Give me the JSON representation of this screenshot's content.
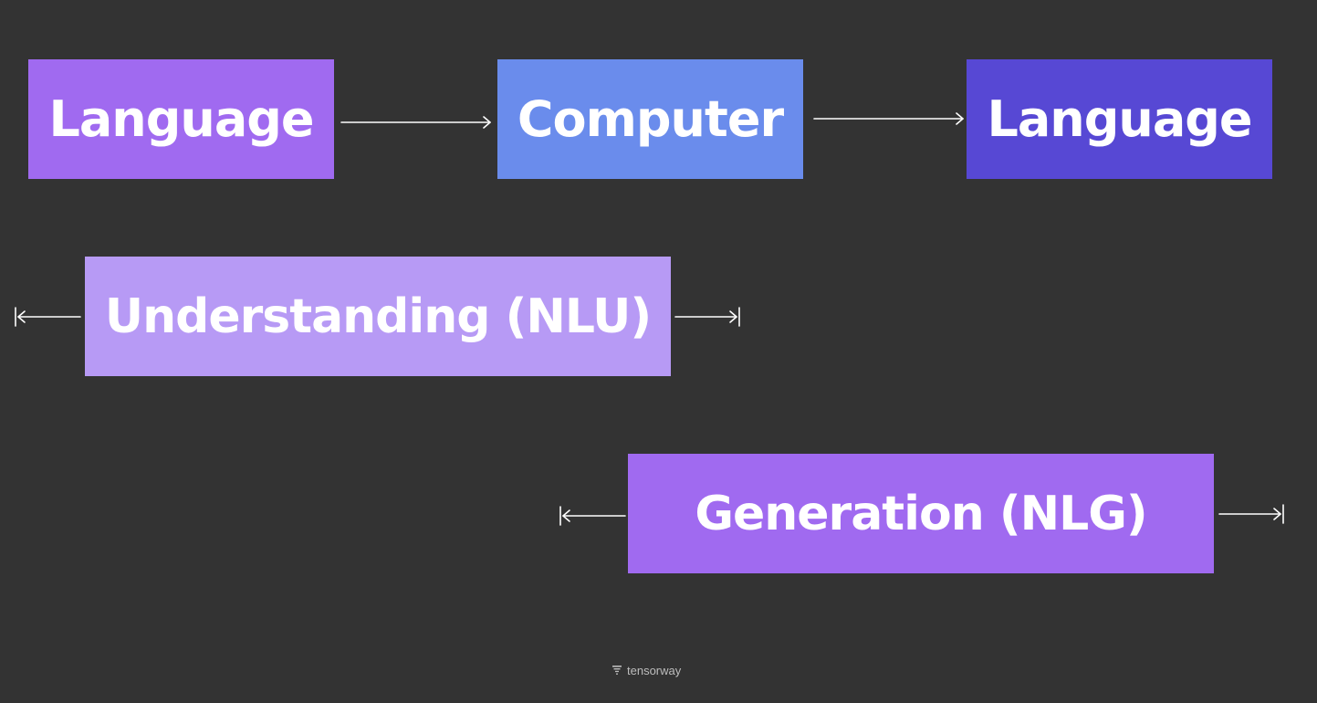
{
  "colors": {
    "background": "#333333",
    "language_input": "#a06af0",
    "computer": "#6a8cec",
    "language_output": "#5748d4",
    "understanding": "#b79af5",
    "generation": "#a06af0",
    "arrow": "#ffffff"
  },
  "nodes": {
    "language_input": "Language",
    "computer": "Computer",
    "language_output": "Language",
    "understanding": "Understanding (NLU)",
    "generation": "Generation (NLG)"
  },
  "footer": {
    "brand_icon": "tensorway-logo-icon",
    "brand_text": "tensorway"
  }
}
